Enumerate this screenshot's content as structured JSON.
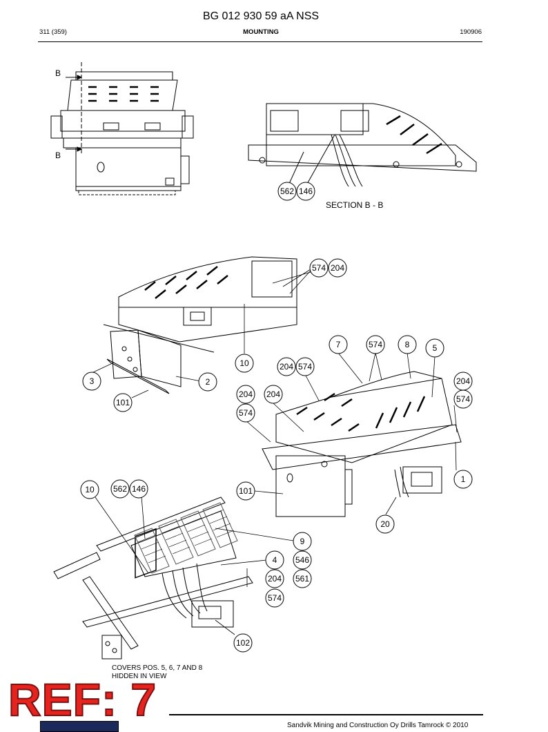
{
  "document": {
    "title": "BG 012 930 59 aA NSS",
    "page": "311 (359)",
    "section": "MOUNTING",
    "date": "190906"
  },
  "section_marks": {
    "top": "B",
    "bottom": "B",
    "section_label": "SECTION B - B"
  },
  "callouts": [
    {
      "id": "c-562-top",
      "label": "562"
    },
    {
      "id": "c-146-top",
      "label": "146"
    },
    {
      "id": "c-574-a",
      "label": "574"
    },
    {
      "id": "c-204-a",
      "label": "204"
    },
    {
      "id": "c-7",
      "label": "7"
    },
    {
      "id": "c-574-b",
      "label": "574"
    },
    {
      "id": "c-8",
      "label": "8"
    },
    {
      "id": "c-5",
      "label": "5"
    },
    {
      "id": "c-10-a",
      "label": "10"
    },
    {
      "id": "c-204-b",
      "label": "204"
    },
    {
      "id": "c-574-c",
      "label": "574"
    },
    {
      "id": "c-204-c",
      "label": "204"
    },
    {
      "id": "c-3",
      "label": "3"
    },
    {
      "id": "c-2",
      "label": "2"
    },
    {
      "id": "c-204-d",
      "label": "204"
    },
    {
      "id": "c-204-e",
      "label": "204"
    },
    {
      "id": "c-574-d",
      "label": "574"
    },
    {
      "id": "c-574-e",
      "label": "574"
    },
    {
      "id": "c-101-a",
      "label": "101"
    },
    {
      "id": "c-1",
      "label": "1"
    },
    {
      "id": "c-10-b",
      "label": "10"
    },
    {
      "id": "c-562-b",
      "label": "562"
    },
    {
      "id": "c-146-b",
      "label": "146"
    },
    {
      "id": "c-101-b",
      "label": "101"
    },
    {
      "id": "c-20",
      "label": "20"
    },
    {
      "id": "c-9",
      "label": "9"
    },
    {
      "id": "c-4",
      "label": "4"
    },
    {
      "id": "c-546",
      "label": "546"
    },
    {
      "id": "c-204-f",
      "label": "204"
    },
    {
      "id": "c-561",
      "label": "561"
    },
    {
      "id": "c-574-f",
      "label": "574"
    },
    {
      "id": "c-102",
      "label": "102"
    }
  ],
  "note": {
    "line1": "COVERS POS. 5, 6, 7 AND 8",
    "line2": "HIDDEN IN VIEW"
  },
  "stamp": "REF: 7",
  "footer": "Sandvik Mining and Construction Oy Drills Tamrock © 2010",
  "colors": {
    "stamp_red": "#e52420",
    "logo_blue": "#1b2a5a"
  }
}
